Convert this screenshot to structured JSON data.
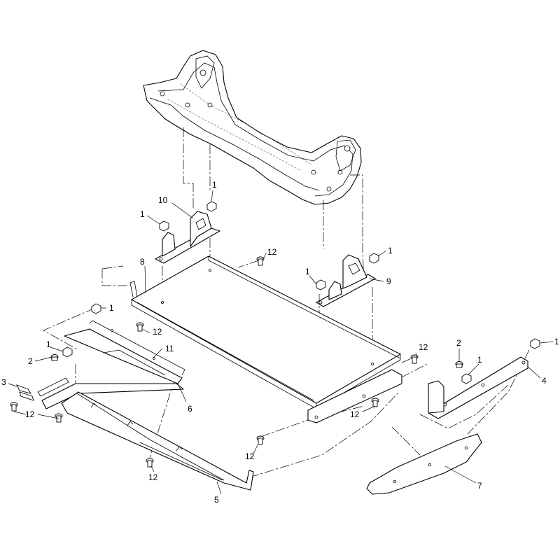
{
  "callouts": {
    "c1_top": "1",
    "c1_left_bracket": "1",
    "c10": "10",
    "c8": "8",
    "c12_plate": "12",
    "c1_right_bracket": "1",
    "c1_right_nut": "1",
    "c9": "9",
    "c1_shield": "1",
    "c12_shield": "12",
    "c11": "11",
    "c1_left": "1",
    "c2_left": "2",
    "c3": "3",
    "c12_left": "12",
    "c6": "6",
    "c12_mid_right": "12",
    "c12_lower_mid": "12",
    "c2_right": "2",
    "c1_right_mid": "1",
    "c1_far_right": "1",
    "c4": "4",
    "c12_lower": "12",
    "c12_bottom": "12",
    "c5": "5",
    "c7": "7"
  }
}
